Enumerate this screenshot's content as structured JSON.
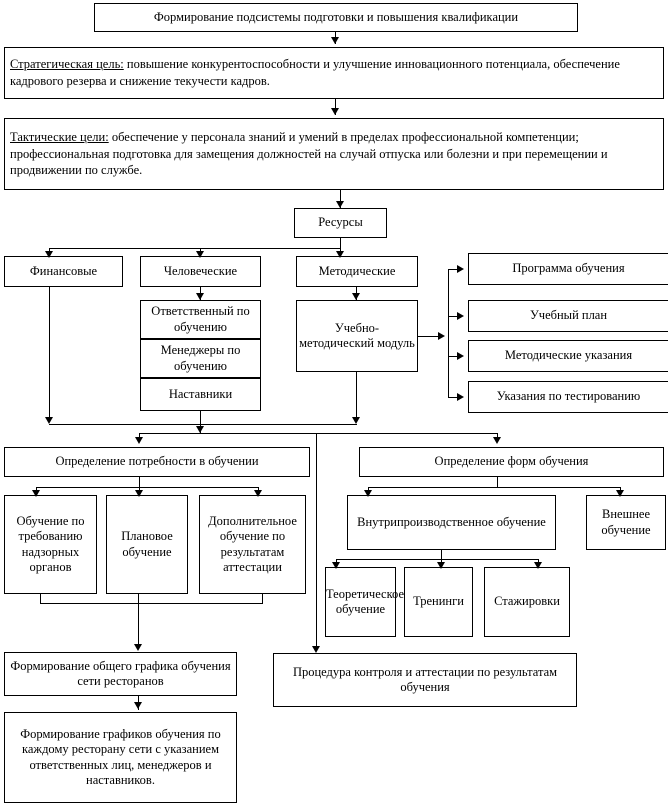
{
  "diagram": {
    "title": "Формирование подсистемы подготовки и повышения квалификации",
    "nodes": {
      "root": "Формирование подсистемы подготовки и повышения квалификации",
      "strategic_label": "Стратегическая цель:",
      "strategic_text": " повышение конкурентоспособности и улучшение инновационного потенциала, обеспечение кадрового резерва и снижение текучести кадров.",
      "tactical_label": "Тактические цели:",
      "tactical_text": " обеспечение у персонала знаний и умений в пределах профессиональной компетенции; профессиональная подготовка для замещения должностей на случай отпуска или болезни и при перемещении и продвижении по службе.",
      "resources": "Ресурсы",
      "financial": "Финансовые",
      "human": "Человеческие",
      "methodical": "Методические",
      "responsible": "Ответственный по обучению",
      "managers": "Менеджеры по обучению",
      "mentors": "Наставники",
      "edu_module": "Учебно-методический модуль",
      "program": "Программа обучения",
      "curriculum": "Учебный план",
      "guidelines": "Методические указания",
      "testing_guidelines": "Указания по тестированию",
      "needs": "Определение потребности в обучении",
      "needs_supervisory": "Обучение по требованию надзорных органов",
      "needs_planned": "Плановое обучение",
      "needs_additional": "Дополнительное обучение по результатам аттестации",
      "forms": "Определение форм обучения",
      "forms_internal": "Внутрипроизводственное обучение",
      "forms_external": "Внешнее обучение",
      "forms_theory": "Теоретическое обучение",
      "forms_training": "Тренинги",
      "forms_internship": "Стажировки",
      "general_schedule": "Формирование общего графика обучения сети ресторанов",
      "detailed_schedules": "Формирование графиков обучения по каждому ресторану сети с указанием ответственных лиц, менеджеров и наставников.",
      "control_procedure": "Процедура контроля и аттестации по результатам обучения"
    },
    "colors": {
      "line": "#000000",
      "box_fill": "#ffffff",
      "text": "#000000"
    }
  }
}
